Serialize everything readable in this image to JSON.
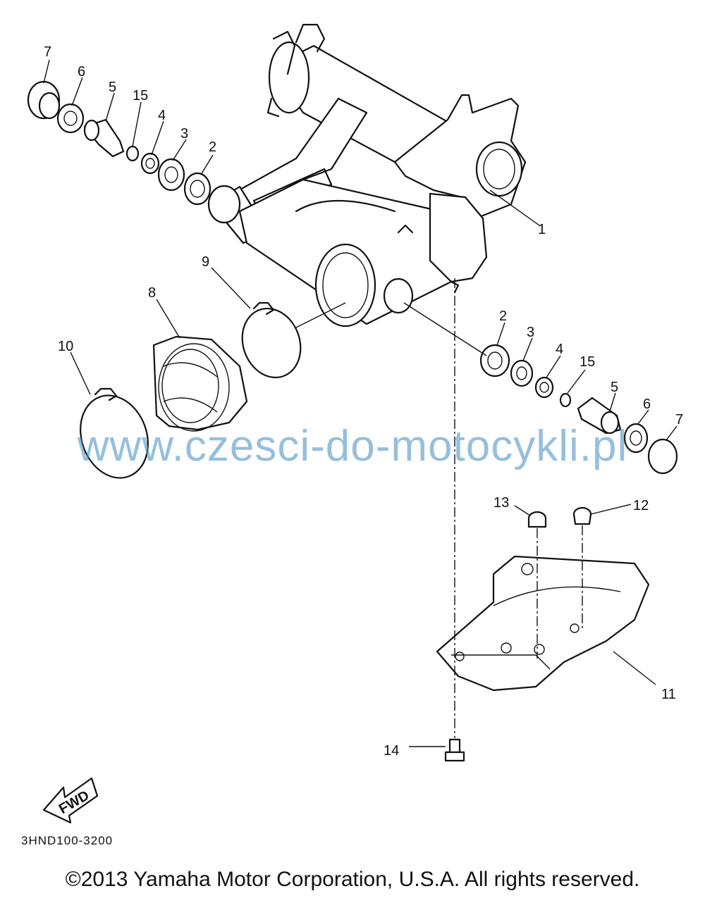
{
  "watermark": "www.czesci-do-motocykli.pl",
  "diagram_code": "3HND100-3200",
  "copyright": "©2013 Yamaha Motor Corporation, U.S.A. All rights reserved.",
  "fwd_label": "FWD",
  "callouts": {
    "c1": "1",
    "c2a": "2",
    "c3a": "3",
    "c4a": "4",
    "c15a": "15",
    "c5a": "5",
    "c6a": "6",
    "c7a": "7",
    "c2b": "2",
    "c3b": "3",
    "c4b": "4",
    "c15b": "15",
    "c5b": "5",
    "c6b": "6",
    "c7b": "7",
    "c8": "8",
    "c9": "9",
    "c10": "10",
    "c11": "11",
    "c12": "12",
    "c13": "13",
    "c14": "14"
  }
}
